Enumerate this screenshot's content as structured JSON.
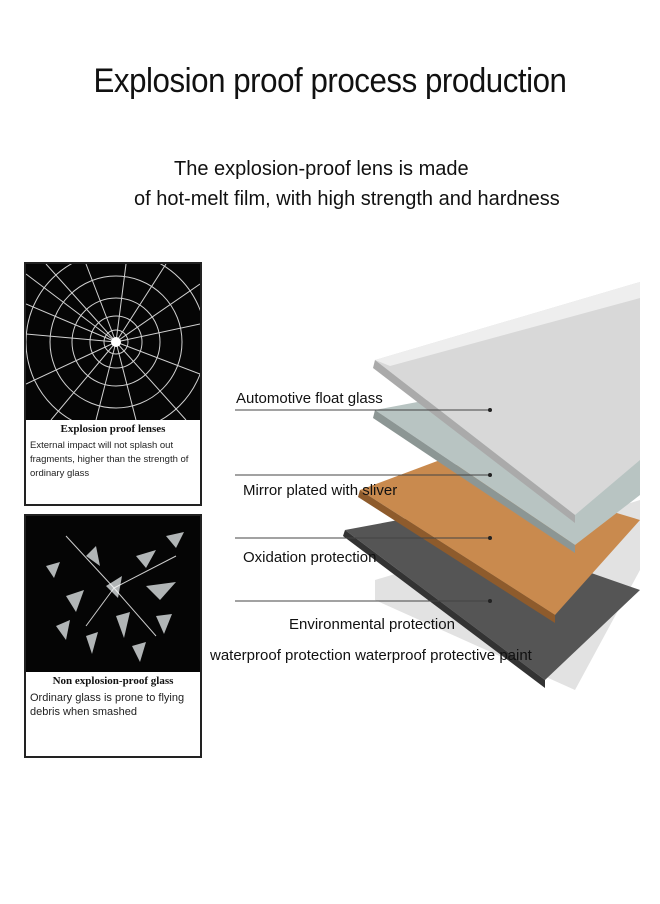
{
  "title": "Explosion proof process production",
  "subtitle_line1": "The explosion-proof lens is made",
  "subtitle_line2": "of hot-melt film, with high strength and hardness",
  "cards": [
    {
      "heading": "Explosion proof lenses",
      "text": "External impact will not splash out fragments, higher than the strength of ordinary glass"
    },
    {
      "heading": "Non explosion-proof glass",
      "text": "Ordinary glass is prone to flying debris when smashed"
    }
  ],
  "layers": {
    "float_glass": "Automotive float glass",
    "mirror": "Mirror plated with sliver",
    "oxidation": "Oxidation protection",
    "environmental": "Environmental protection",
    "waterproof": "waterproof protection waterproof protective paint"
  },
  "colors": {
    "top_glass": "#d8d8d8",
    "mirror_layer": "#b8c4c2",
    "copper_layer": "#c98a4e",
    "paint_layer": "#555555"
  }
}
